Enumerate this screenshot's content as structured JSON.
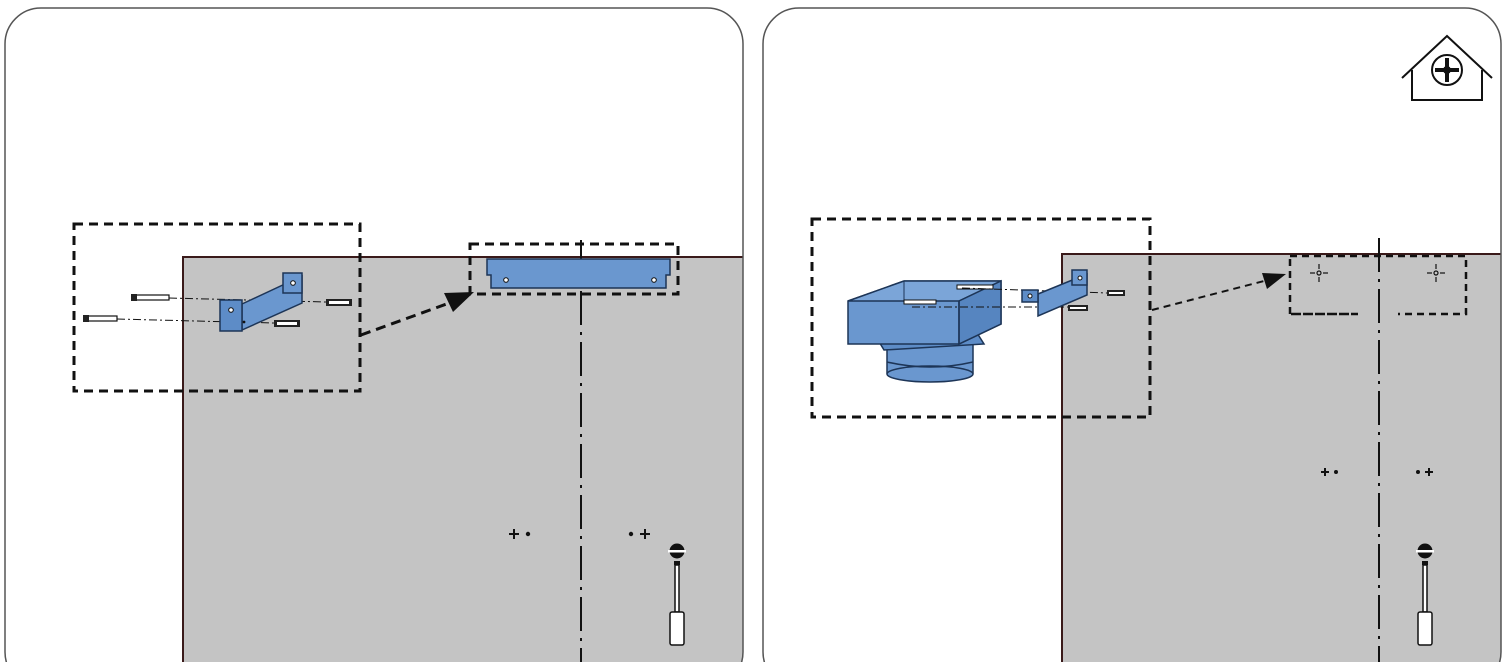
{
  "panels": [
    {
      "id": "step-mount-bracket",
      "content": "bracket-screw-assembly-and-wall-mounting"
    },
    {
      "id": "step-attach-adapter",
      "content": "duct-adapter-bracket-and-wall-mounting"
    }
  ],
  "icons": [
    "house-fan-icon",
    "screwdriver-icon"
  ],
  "colors": {
    "part_fill": "#6a97cf",
    "part_stroke": "#1d3557",
    "wall_fill": "#c4c4c4",
    "wall_edge": "#3a1a1a",
    "panel_border": "#555555"
  }
}
